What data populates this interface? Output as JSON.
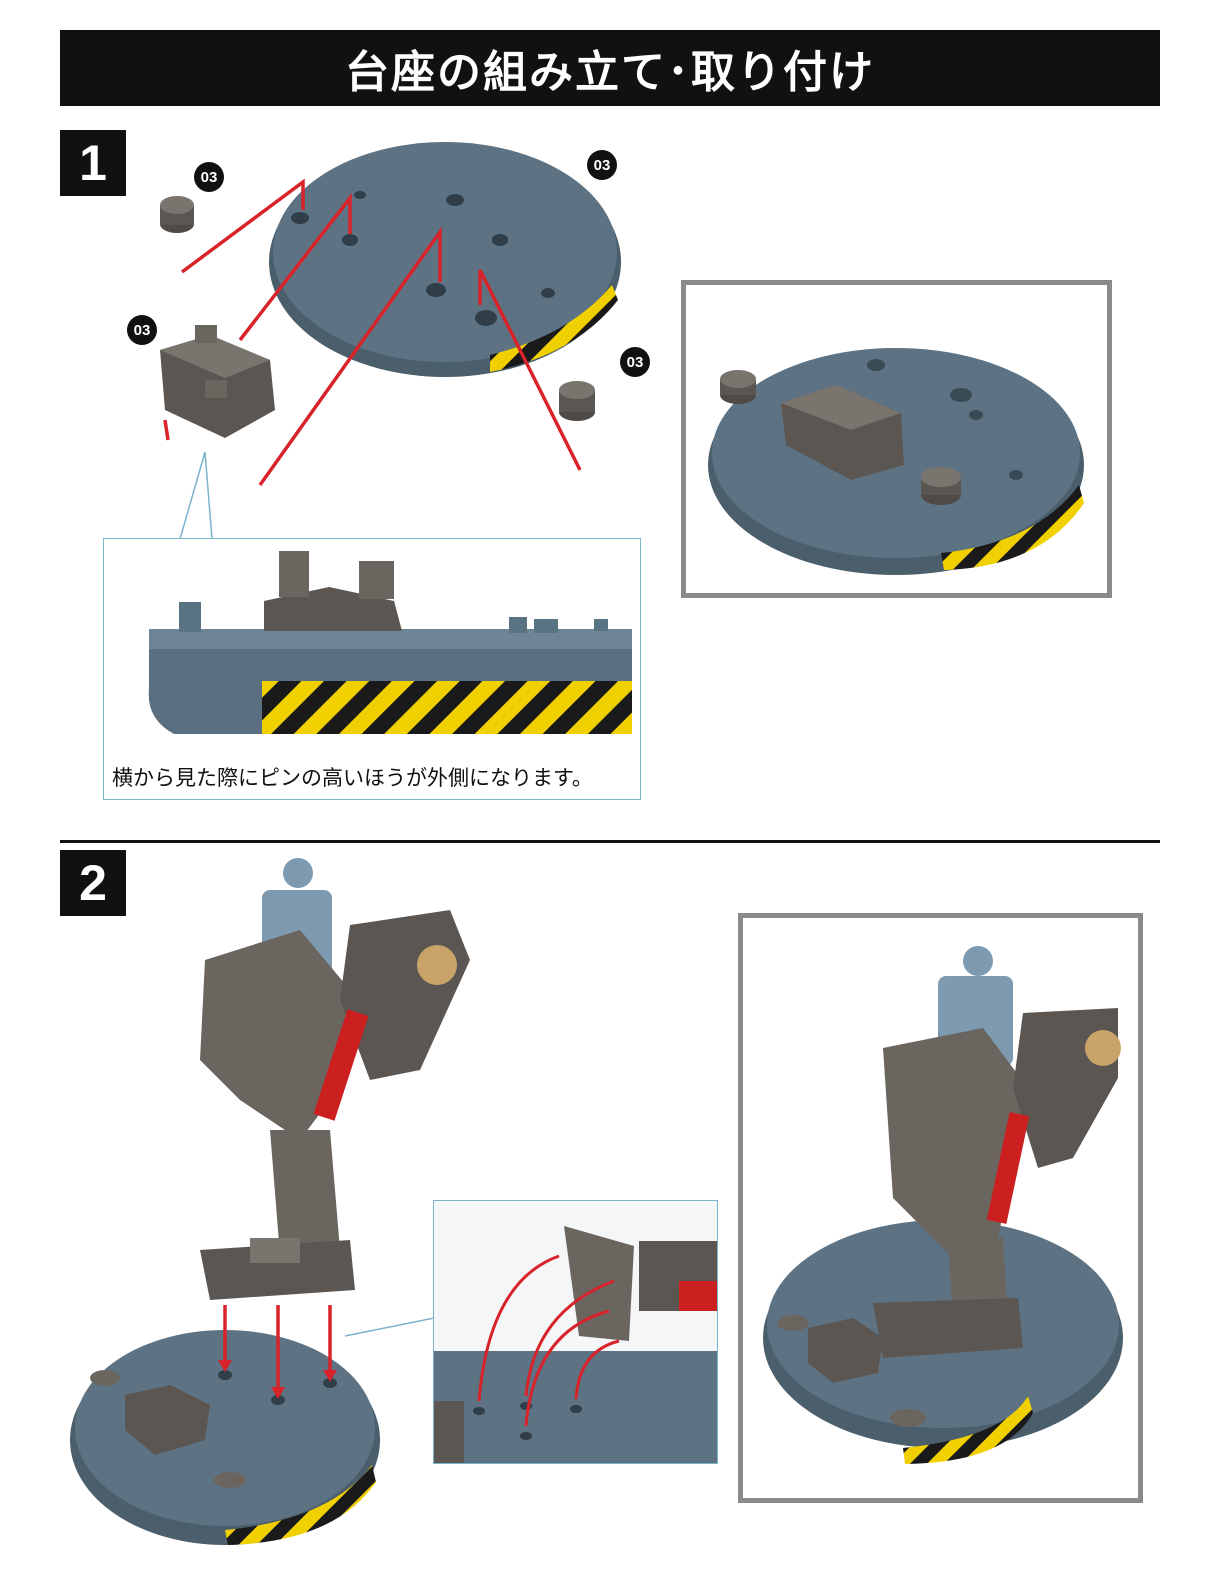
{
  "header": {
    "title": "台座の組み立て･取り付け"
  },
  "step1": {
    "number": "1",
    "part_labels": [
      "03",
      "03",
      "03",
      "03"
    ],
    "caption": "横から見た際にピンの高いほうが外側になります。"
  },
  "step2": {
    "number": "2"
  },
  "colors": {
    "title_bg": "#111111",
    "base_blue": "#5a7080",
    "part_gray": "#6b6560",
    "arrow_red": "#d8232a",
    "hazard_yellow": "#f0d000",
    "frame_gray": "#8a8a8a",
    "callout_blue": "#7ab3cc",
    "figure_blue": "#7e9ab0",
    "piston_red": "#cc1f1f"
  }
}
